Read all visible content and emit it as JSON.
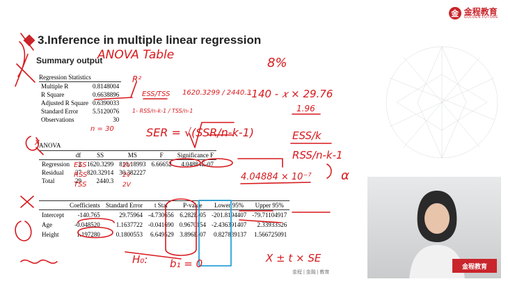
{
  "logo": {
    "cn": "金程教育",
    "en": "GOLDEN FUTURE"
  },
  "slide": {
    "title": "3.Inference in multiple linear regression",
    "subtitle": "Summary output"
  },
  "regression_stats": {
    "header": "Regression Statistics",
    "rows": [
      {
        "label": "Multiple R",
        "value": "0.8148004"
      },
      {
        "label": "R Square",
        "value": "0.6638896"
      },
      {
        "label": "Adjusted R Square",
        "value": "0.6390033"
      },
      {
        "label": "Standard Error",
        "value": "5.5120076"
      },
      {
        "label": "Observations",
        "value": "30"
      }
    ]
  },
  "anova": {
    "title": "ANOVA",
    "headers": [
      "",
      "df",
      "SS",
      "MS",
      "F",
      "Significance F"
    ],
    "rows": [
      [
        "Regression",
        "2",
        "1620.3299",
        "810.18993",
        "6.66652",
        "4.04884E-07"
      ],
      [
        "Residual",
        "27",
        "820.32914",
        "30.382227",
        "",
        ""
      ],
      [
        "Total",
        "29",
        "2440.3",
        "",
        "",
        ""
      ]
    ]
  },
  "coefficients": {
    "headers": [
      "",
      "Coefficients",
      "Standard Error",
      "t Stat",
      "P-value",
      "Lower 95%",
      "Upper 95%"
    ],
    "rows": [
      [
        "Intercept",
        "-140.765",
        "29.75964",
        "-4.730656",
        "6.282E-05",
        "-201.8194407",
        "-79.71104917"
      ],
      [
        "Age",
        "-0.048520",
        "1.1637722",
        "-0.041690",
        "0.9670154",
        "-2.436391407",
        "2.33933526"
      ],
      [
        "Height",
        "1.197280",
        "0.1800553",
        "6.649529",
        "3.896E-07",
        "0.827839137",
        "1.566725091"
      ]
    ]
  },
  "handwriting": {
    "anova_table": "ANOVA Table",
    "r2_mark": "R²",
    "ess_tss": "ESS/TSS",
    "adj_formula": "1- RSS/n-k-1 / TSS/n-1",
    "sample_formula": "1620.3299 / 2440.3",
    "ser": "SER = √(SSR/n-k-1)",
    "equation": "-140 - 𝑥 × 29.76",
    "small_val": "1.96",
    "ess_k": "ESS/k",
    "rss_nk1": "RSS/n-k-1",
    "n_eq": "n = 30",
    "sig_note": "4.04884 × 10⁻⁷",
    "alpha": "α",
    "h0": "H₀:",
    "b1": "b₁ = 0",
    "interval": "X ± t × SE",
    "ess_row": "ESS",
    "rss_row": "RSS",
    "tss_row": "TSS",
    "mark_x": "x",
    "percent": "8%",
    "ss_row1": "2V",
    "ss_row2": "2V",
    "ss_row3": "2V"
  },
  "watermark": "金程 | 金融 | 教育",
  "video": {
    "logo": "金程教育"
  },
  "ink_color": "#d7191d",
  "highlight_color": "#29a3d9"
}
